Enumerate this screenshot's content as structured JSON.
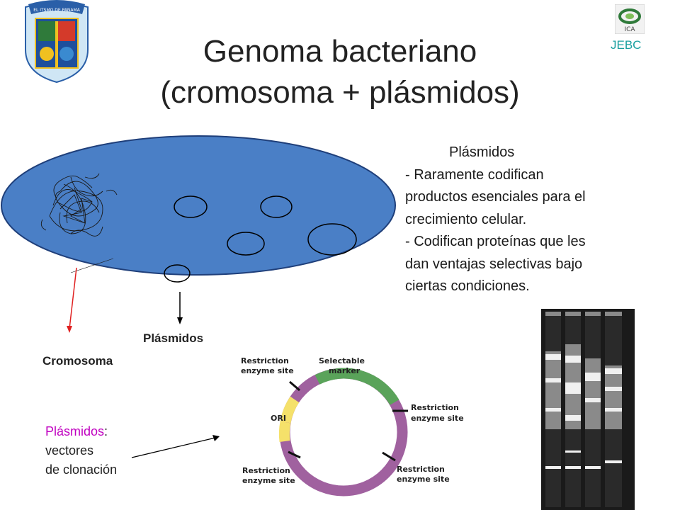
{
  "slide": {
    "title_line1": "Genoma bacteriano",
    "title_line2": "(cromosoma + plásmidos)",
    "author_tag": "JEBC"
  },
  "logos": {
    "crest_text": "EL ITSMO DE PANAMA",
    "ica_text": "ICA",
    "crest_icon": "university-crest",
    "ica_icon": "ica-logo"
  },
  "colors": {
    "cell": "#4a7fc6",
    "accent_pink": "#c000c0",
    "jebc": "#1aa0a0",
    "ring_purple": "#a0619f",
    "ring_green": "#5aa35a",
    "ring_yellow": "#f5e16a",
    "arrow_red": "#e02020"
  },
  "description": {
    "heading": "Plásmidos",
    "lines": [
      "- Raramente codifican",
      "productos esenciales para el",
      "crecimiento celular.",
      "- Codifican proteínas que les",
      "dan ventajas selectivas bajo",
      "ciertas condiciones."
    ]
  },
  "labels": {
    "plasmidos": "Plásmidos",
    "cromosoma": "Cromosoma"
  },
  "vectors": {
    "word": "Plásmidos",
    "colon": ":",
    "line2": "vectores",
    "line3": "de clonación"
  },
  "plasmid_map": {
    "re_top_left_1": "Restriction",
    "re_top_left_2": "enzyme site",
    "selectable_1": "Selectable",
    "selectable_2": "marker",
    "ori": "ORI",
    "re_right_1": "Restriction",
    "re_right_2": "enzyme site",
    "re_bottom_left_1": "Restriction",
    "re_bottom_left_2": "enzyme site",
    "re_bottom_right_1": "Restriction",
    "re_bottom_right_2": "enzyme site"
  }
}
